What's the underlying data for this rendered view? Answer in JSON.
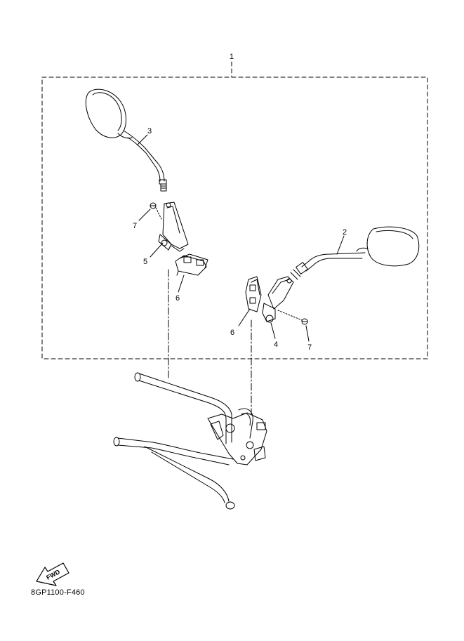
{
  "callouts": {
    "c1": "1",
    "c2": "2",
    "c3": "3",
    "c4": "4",
    "c5": "5",
    "c6a": "6",
    "c6b": "6",
    "c7a": "7",
    "c7b": "7"
  },
  "fwd_label": "FWD",
  "diagram_code": "8GP1100-F460"
}
